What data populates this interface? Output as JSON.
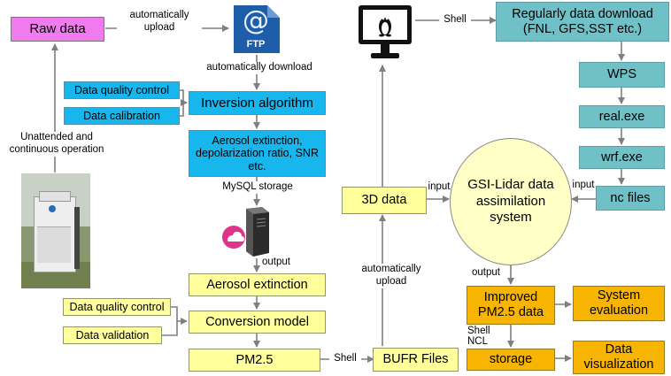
{
  "nodes": {
    "raw_data": "Raw data",
    "data_quality_control_1": "Data quality control",
    "data_calibration": "Data calibration",
    "inversion_algorithm": "Inversion algorithm",
    "aerosol_products": "Aerosol extinction, depolarization ratio, SNR etc.",
    "aerosol_extinction": "Aerosol extinction",
    "data_quality_control_2": "Data quality control",
    "conversion_model": "Conversion model",
    "data_validation": "Data validation",
    "pm25": "PM2.5",
    "bufr_files": "BUFR Files",
    "three_d_data": "3D data",
    "gsi_system": "GSI-Lidar data assimilation system",
    "regular_download": "Regularly data download (FNL, GFS,SST etc.)",
    "wps": "WPS",
    "real_exe": "real.exe",
    "wrf_exe": "wrf.exe",
    "nc_files": "nc files",
    "improved_pm25": "Improved PM2.5 data",
    "system_evaluation": "System evaluation",
    "storage": "storage",
    "data_visualization": "Data visualization"
  },
  "edge_labels": {
    "auto_upload_1": "automatically upload",
    "auto_download": "automatically download",
    "unattended": "Unattended and continuous operation",
    "mysql_storage": "MySQL storage",
    "output_1": "output",
    "shell_1": "Shell",
    "auto_upload_2": "automatically upload",
    "input_1": "input",
    "input_2": "input",
    "shell_2": "Shell",
    "output_2": "output",
    "shell_ncl": "Shell NCL"
  },
  "icons": {
    "ftp_label": "FTP",
    "ftp_symbol": "@",
    "ftp": "ftp-server-icon",
    "monitor": "linux-monitor-icon",
    "database": "database-server-icon",
    "lidar": "lidar-instrument-photo"
  },
  "colors": {
    "pink": "#f07bef",
    "blue": "#17b6ec",
    "yellow": "#ffff9b",
    "teal": "#6fc1c7",
    "orange": "#f7b400",
    "circle": "#ffffc6"
  }
}
